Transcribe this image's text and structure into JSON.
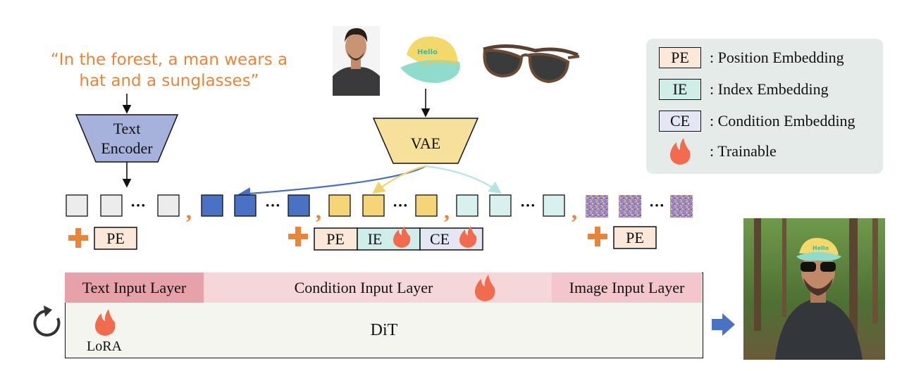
{
  "prompt": {
    "line1": "“In the forest, a man wears a",
    "line2": "hat and a sunglasses”"
  },
  "text_encoder": {
    "line1": "Text",
    "line2": "Encoder"
  },
  "vae": {
    "label": "VAE"
  },
  "ellipsis": "···",
  "separator": ",",
  "embed_labels": {
    "pe": "PE",
    "ie": "IE",
    "ce": "CE"
  },
  "legend": [
    {
      "key": "PE",
      "text": ": Position Embedding",
      "color": "#fbe8d8"
    },
    {
      "key": "IE",
      "text": ": Index Embedding",
      "color": "#cfeeea"
    },
    {
      "key": "CE",
      "text": ": Condition Embedding",
      "color": "#e3e7f3"
    },
    {
      "key": "",
      "text": ": Trainable",
      "icon": "flame-icon"
    }
  ],
  "layers": {
    "text": "Text Input Layer",
    "condition": "Condition Input Layer",
    "image": "Image Input Layer"
  },
  "dit": {
    "label": "DiT",
    "lora": "LoRA"
  },
  "colors": {
    "prompt_text": "#e8853a",
    "plus": "#e8853a",
    "flame": "#f26b4f",
    "text_token": "#ececec",
    "image_token": "#4a72c4",
    "subject_token": "#f5d577",
    "subject_token_light": "#d8f1ef",
    "text_layer": "#e7a1a8",
    "condition_layer": "#f6d7d9",
    "image_layer": "#f2c6ca",
    "dit_bg": "#f3f5ee",
    "vae_fill": "#f7e19a",
    "encoder_fill": "#a6b2db",
    "output_arrow": "#4a72c4"
  },
  "icons": [
    "portrait-photo",
    "cap-photo",
    "sunglasses-photo",
    "output-photo",
    "refresh-icon",
    "arrow-right-icon"
  ]
}
